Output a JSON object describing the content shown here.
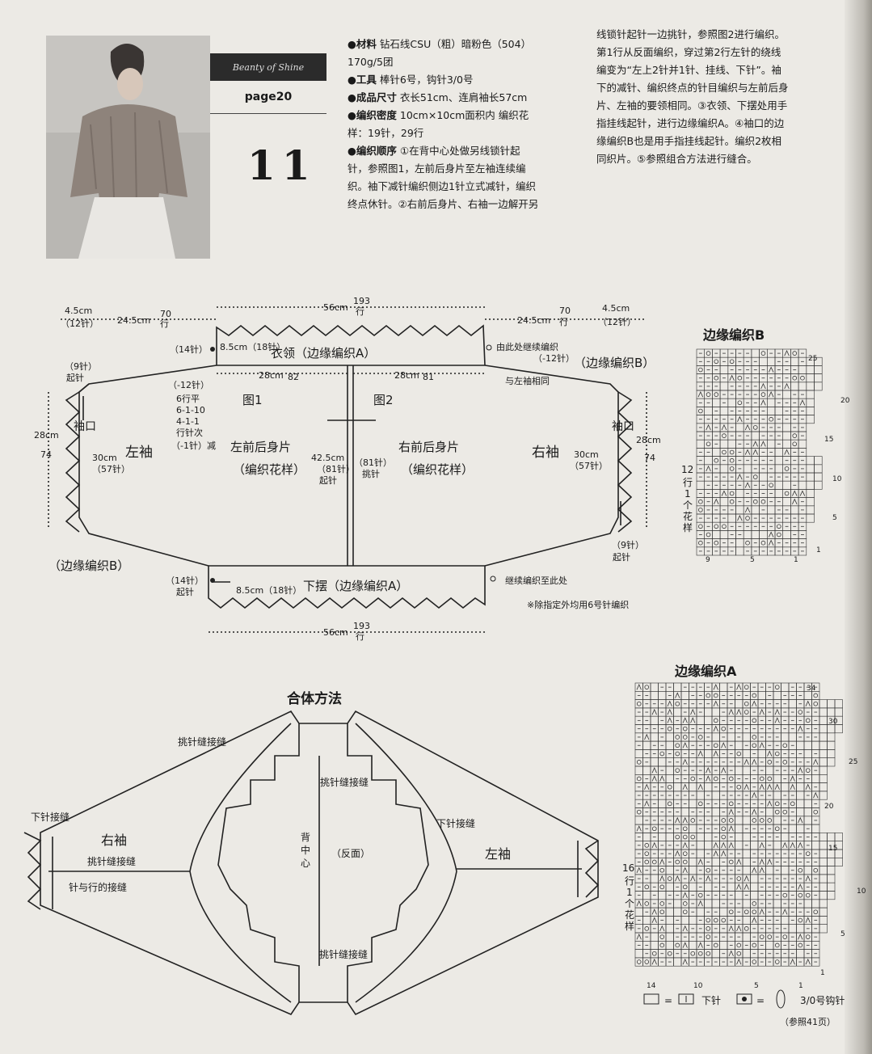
{
  "header": {
    "brand": "Beanty of Shine",
    "page_ref": "page20",
    "issue_number": "11"
  },
  "instructions": {
    "col1": [
      {
        "label": "●材料",
        "text": "钻石线CSU（粗）暗粉色（504）"
      },
      {
        "label": "",
        "text": "170g/5团"
      },
      {
        "label": "●工具",
        "text": "棒针6号，钩针3/0号"
      },
      {
        "label": "●成品尺寸",
        "text": "衣长51cm、连肩袖长57cm"
      },
      {
        "label": "●编织密度",
        "text": "10cm×10cm面积内 编织花"
      },
      {
        "label": "",
        "text": "样：19针，29行"
      },
      {
        "label": "●编织顺序",
        "text": "①在背中心处做另线锁针起"
      },
      {
        "label": "",
        "text": "针，参照图1，左前后身片至左袖连续编"
      },
      {
        "label": "",
        "text": "织。袖下减针编织侧边1针立式减针，编织"
      },
      {
        "label": "",
        "text": "终点休针。②右前后身片、右袖一边解开另"
      }
    ],
    "col2": [
      "线锁针起针一边挑针，参照图2进行编织。",
      "第1行从反面编织，穿过第2行左针的绕线",
      "编变为“左上2针并1针、挂线、下针”。袖",
      "下的减针、编织终点的针目编织与左前后身",
      "片、左袖的要领相同。③衣领、下摆处用手",
      "指挂线起针，进行边缘编织A。④袖口的边",
      "缘编织B也是用手指挂线起针。编织2枚相",
      "同织片。⑤参照组合方法进行缝合。"
    ]
  },
  "schematic": {
    "top_width": "56cm",
    "top_rows": "193",
    "top_rows_unit": "行",
    "left_top": "4.5cm",
    "left_top_st": "（12针）",
    "left_collar": "24.5cm",
    "left_collar_rows": "70",
    "rows_unit": "行",
    "right_collar": "24.5cm",
    "right_collar_rows": "70",
    "right_top": "4.5cm",
    "right_top_st": "（12针）",
    "collar_14": "（14针）",
    "collar_85": "8.5cm（18针）",
    "collar_label": "衣领（边缘编织A）",
    "continue_from": "由此处继续编织",
    "minus12_r": "（-12针）",
    "same_left": "与左袖相同",
    "edge_b_right": "（边缘编织B）",
    "edge_b_left": "（边缘编织B）",
    "cuff_9_l": "（9针）",
    "cuff_start_l": "起针",
    "cuff_9_r": "（9针）",
    "cuff_start_r": "起针",
    "w28_l": "28cm",
    "w28_r": "28cm",
    "w28_rows_l": "74",
    "w28_rows_r": "74",
    "r28cm": "28cm",
    "r82": "82",
    "r28cm2": "28cm",
    "r81": "81",
    "minus12_l": "（-12针）",
    "dec_1": "6行平",
    "dec_2": "6-1-10",
    "dec_3": "4-1-1",
    "dec_4": "行针次",
    "dec_5": "（-1针）减",
    "fig1": "图1",
    "fig2": "图2",
    "cuff_label_l": "袖口",
    "cuff_label_r": "袖口",
    "left_sleeve": "左袖",
    "right_sleeve": "右袖",
    "s30_l": "30cm",
    "s57_l": "（57针）",
    "s30_r": "30cm",
    "s57_r": "（57针）",
    "left_body": "左前后身片",
    "right_body": "右前后身片",
    "pattern": "（编织花样）",
    "pattern2": "（编织花样）",
    "c425": "42.5cm",
    "c81a": "（81针）",
    "c81b": "（81针）",
    "c_start": "起针",
    "c_pick": "挑针",
    "hem_14": "（14针）",
    "hem_start": "起针",
    "hem_85": "8.5cm（18针）",
    "hem_label": "下摆（边缘编织A）",
    "hem_continue": "继续编织至此处",
    "note": "※除指定外均用6号针编织",
    "bottom_width": "56cm",
    "bottom_rows": "193"
  },
  "assembly": {
    "title": "合体方法",
    "pick_seam_1": "挑针缝接缝",
    "pick_seam_2": "挑针缝接缝",
    "pick_seam_3": "挑针缝接缝",
    "pick_seam_4": "挑针缝接缝",
    "purl_seam_l": "下针接缝",
    "purl_seam_r": "下针接缝",
    "right_sleeve": "右袖",
    "left_sleeve": "左袖",
    "row_seam": "针与行的接缝",
    "back_center_1": "背",
    "back_center_2": "中",
    "back_center_3": "心",
    "wrong_side": "（反面）"
  },
  "chart_b": {
    "title": "边缘编织B",
    "rows": [
      "25",
      "20",
      "15",
      "10",
      "5",
      "1"
    ],
    "cols": [
      "9",
      "5",
      "1"
    ],
    "repeat_1": "12",
    "repeat_2": "行",
    "repeat_3": "1",
    "repeat_4": "个",
    "repeat_5": "花",
    "repeat_6": "样"
  },
  "chart_a": {
    "title": "边缘编织A",
    "rows": [
      "34",
      "30",
      "25",
      "20",
      "15",
      "10",
      "5",
      "1"
    ],
    "cols": [
      "14",
      "10",
      "5",
      "1"
    ],
    "repeat_1": "16",
    "repeat_2": "行",
    "repeat_3": "1",
    "repeat_4": "个",
    "repeat_5": "花",
    "repeat_6": "样"
  },
  "legend": {
    "eq": "=",
    "knit": "下针",
    "hook": "3/0号钩针",
    "ref": "（参照41页）"
  }
}
